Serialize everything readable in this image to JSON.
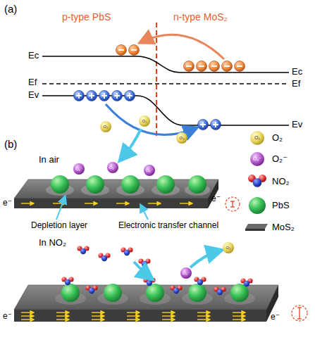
{
  "diagram": {
    "labels": [
      "(a)",
      "p-type PbS",
      "n-type MoS₂",
      "Ec",
      "Ef",
      "Ev",
      "Ec",
      "Ef",
      "Ev",
      "(b)",
      "In air",
      "Depletion layer",
      "Electronic transfer channel",
      "e⁻",
      "e⁻",
      "In NO₂",
      "e⁻",
      "e⁻",
      "O₂",
      "O₂",
      "O₂",
      "O₂⁻",
      "O₂⁻",
      "O₂⁻",
      "O₂",
      "O₂⁻",
      "O₂",
      "O₂⁻"
    ],
    "legend": [
      {
        "text": "O₂"
      },
      {
        "text": "O₂⁻"
      },
      {
        "text": "NO₂"
      },
      {
        "text": "PbS"
      },
      {
        "text": "MoS₂"
      }
    ]
  }
}
